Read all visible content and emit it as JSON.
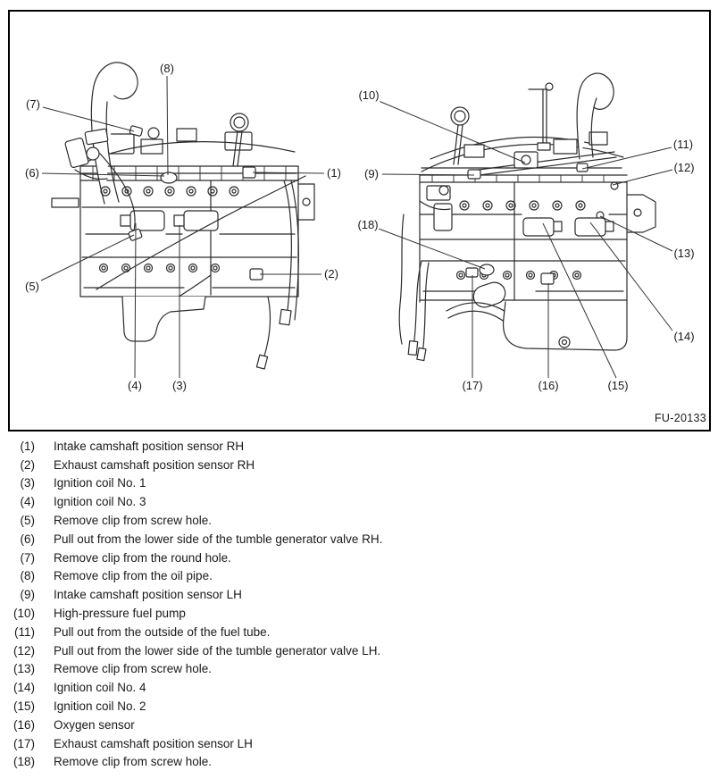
{
  "figure": {
    "code": "FU-20133",
    "callouts": [
      "(1)",
      "(2)",
      "(3)",
      "(4)",
      "(5)",
      "(6)",
      "(7)",
      "(8)",
      "(9)",
      "(10)",
      "(11)",
      "(12)",
      "(13)",
      "(14)",
      "(15)",
      "(16)",
      "(17)",
      "(18)"
    ]
  },
  "legend": {
    "items": [
      {
        "num": "(1)",
        "text": "Intake camshaft position sensor RH"
      },
      {
        "num": "(2)",
        "text": "Exhaust camshaft position sensor RH"
      },
      {
        "num": "(3)",
        "text": "Ignition coil No. 1"
      },
      {
        "num": "(4)",
        "text": "Ignition coil No. 3"
      },
      {
        "num": "(5)",
        "text": "Remove clip from screw hole."
      },
      {
        "num": "(6)",
        "text": "Pull out from the lower side of the tumble generator valve RH."
      },
      {
        "num": "(7)",
        "text": "Remove clip from the round hole."
      },
      {
        "num": "(8)",
        "text": "Remove clip from the oil pipe."
      },
      {
        "num": "(9)",
        "text": "Intake camshaft position sensor LH"
      },
      {
        "num": "(10)",
        "text": "High-pressure fuel pump"
      },
      {
        "num": "(11)",
        "text": "Pull out from the outside of the fuel tube."
      },
      {
        "num": "(12)",
        "text": "Pull out from the lower side of the tumble generator valve LH."
      },
      {
        "num": "(13)",
        "text": "Remove clip from screw hole."
      },
      {
        "num": "(14)",
        "text": "Ignition coil No. 4"
      },
      {
        "num": "(15)",
        "text": "Ignition coil No. 2"
      },
      {
        "num": "(16)",
        "text": "Oxygen sensor"
      },
      {
        "num": "(17)",
        "text": "Exhaust camshaft position sensor LH"
      },
      {
        "num": "(18)",
        "text": "Remove clip from screw hole."
      }
    ]
  },
  "colors": {
    "background": "#ffffff",
    "line_art": "#2b2b2b",
    "leader": "#333333",
    "text": "#1a1a1a",
    "border": "#000000"
  }
}
